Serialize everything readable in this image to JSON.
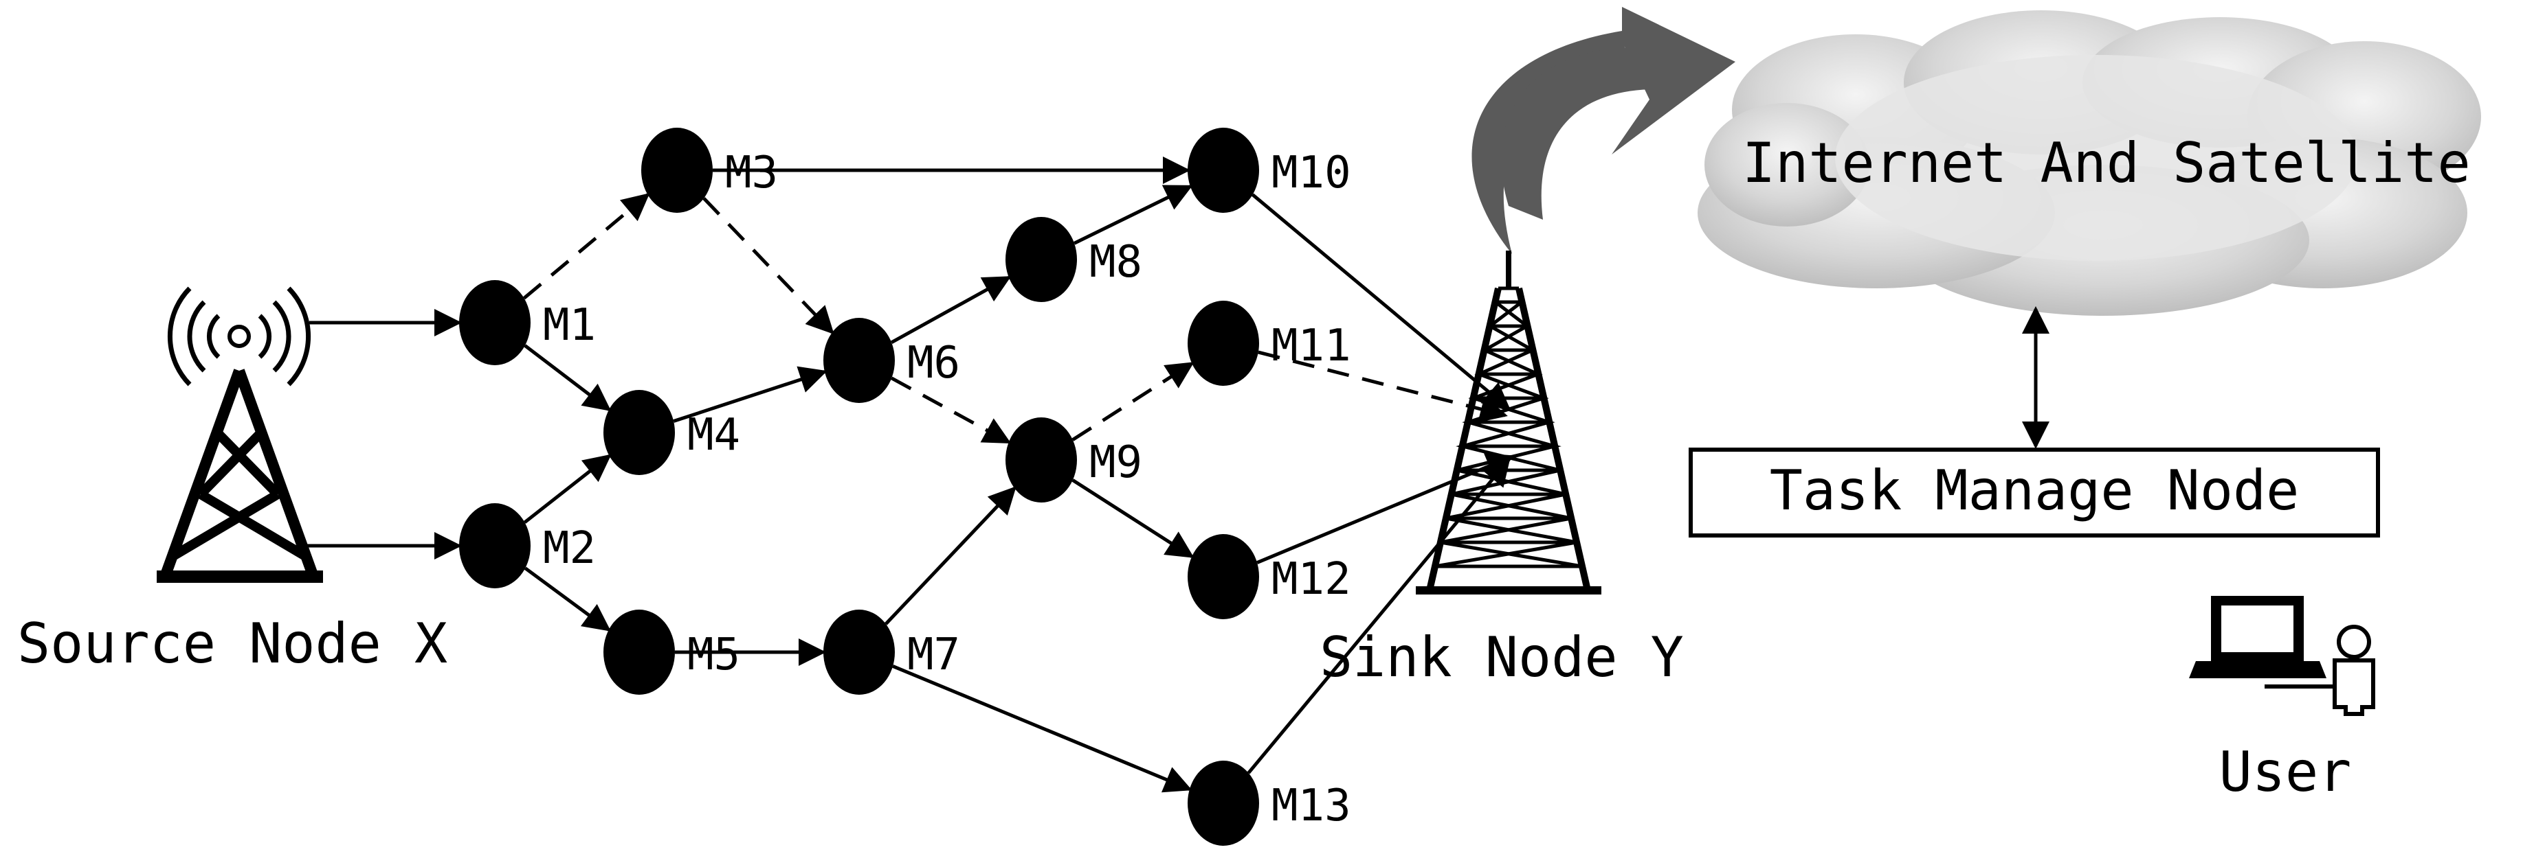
{
  "nodes": [
    {
      "id": "M1",
      "label": "M1"
    },
    {
      "id": "M2",
      "label": "M2"
    },
    {
      "id": "M3",
      "label": "M3"
    },
    {
      "id": "M4",
      "label": "M4"
    },
    {
      "id": "M5",
      "label": "M5"
    },
    {
      "id": "M6",
      "label": "M6"
    },
    {
      "id": "M7",
      "label": "M7"
    },
    {
      "id": "M8",
      "label": "M8"
    },
    {
      "id": "M9",
      "label": "M9"
    },
    {
      "id": "M10",
      "label": "M10"
    },
    {
      "id": "M11",
      "label": "M11"
    },
    {
      "id": "M12",
      "label": "M12"
    },
    {
      "id": "M13",
      "label": "M13"
    }
  ],
  "edges": [
    {
      "from": "X",
      "to": "M1",
      "style": "solid"
    },
    {
      "from": "X",
      "to": "M2",
      "style": "solid"
    },
    {
      "from": "M1",
      "to": "M3",
      "style": "dashed"
    },
    {
      "from": "M1",
      "to": "M4",
      "style": "solid"
    },
    {
      "from": "M2",
      "to": "M4",
      "style": "solid"
    },
    {
      "from": "M2",
      "to": "M5",
      "style": "solid"
    },
    {
      "from": "M3",
      "to": "M10",
      "style": "solid"
    },
    {
      "from": "M3",
      "to": "M6",
      "style": "dashed"
    },
    {
      "from": "M4",
      "to": "M6",
      "style": "solid"
    },
    {
      "from": "M5",
      "to": "M7",
      "style": "solid"
    },
    {
      "from": "M6",
      "to": "M8",
      "style": "solid"
    },
    {
      "from": "M6",
      "to": "M9",
      "style": "dashed"
    },
    {
      "from": "M7",
      "to": "M9",
      "style": "solid"
    },
    {
      "from": "M7",
      "to": "M13",
      "style": "solid"
    },
    {
      "from": "M8",
      "to": "M10",
      "style": "solid"
    },
    {
      "from": "M9",
      "to": "M11",
      "style": "dashed"
    },
    {
      "from": "M9",
      "to": "M12",
      "style": "solid"
    },
    {
      "from": "M10",
      "to": "Y",
      "style": "solid"
    },
    {
      "from": "M11",
      "to": "Y",
      "style": "dashed"
    },
    {
      "from": "M12",
      "to": "Y",
      "style": "solid"
    },
    {
      "from": "M13",
      "to": "Y",
      "style": "solid"
    }
  ],
  "source_label": "Source Node X",
  "sink_label": "Sink Node Y",
  "cloud_label": "Internet And Satellite",
  "task_label": "Task Manage Node",
  "user_label": "User"
}
